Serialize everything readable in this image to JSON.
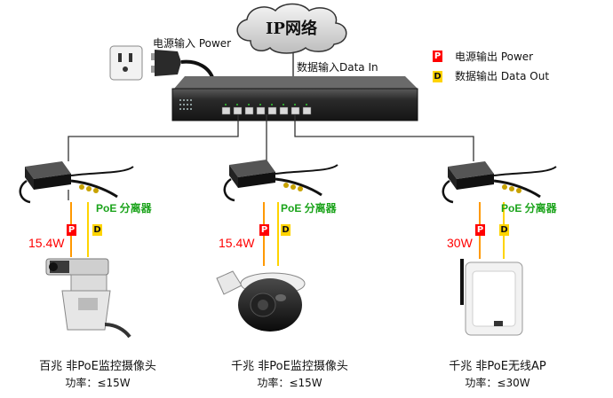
{
  "cloud": {
    "label": "IP网络"
  },
  "labels": {
    "power_input": "电源输入 Power",
    "data_input": "数据输入Data In"
  },
  "legend": {
    "p_marker": "P",
    "p_text": "电源输出  Power",
    "d_marker": "D",
    "d_text": "数据输出 Data Out"
  },
  "branches": [
    {
      "watt": "15.4W",
      "splitter": "PoE 分离器",
      "p": "P",
      "d": "D",
      "name": "百兆 非PoE监控摄像头",
      "power": "功率：≤15W",
      "device_icon": "ptz-camera-icon"
    },
    {
      "watt": "15.4W",
      "splitter": "PoE 分离器",
      "p": "P",
      "d": "D",
      "name": "千兆 非PoE监控摄像头",
      "power": "功率：≤15W",
      "device_icon": "dome-camera-icon"
    },
    {
      "watt": "30W",
      "splitter": "PoE 分离器",
      "p": "P",
      "d": "D",
      "name": "千兆 非PoE无线AP",
      "power": "功率：≤30W",
      "device_icon": "wireless-ap-icon"
    }
  ],
  "colors": {
    "power_line": "#ff9900",
    "data_line": "#ffd400",
    "p_box": "#ff0000",
    "d_box": "#ffd400",
    "splitter_label": "#1aa31a"
  }
}
